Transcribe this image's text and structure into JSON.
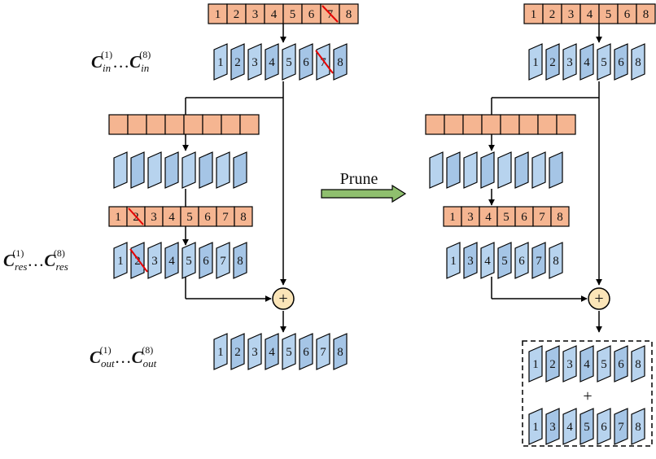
{
  "prune_label": "Prune",
  "plus_sign": "+",
  "labels": {
    "c_in": {
      "base": "C",
      "sub": "in",
      "sup_first": "(1)",
      "sup_last": "(8)",
      "dots": "…"
    },
    "c_res": {
      "base": "C",
      "sub": "res",
      "sup_first": "(1)",
      "sup_last": "(8)",
      "dots": "…"
    },
    "c_out": {
      "base": "C",
      "sub": "out",
      "sup_first": "(1)",
      "sup_last": "(8)",
      "dots": "…"
    }
  },
  "colors": {
    "orange": "#f5b591",
    "blue": "#b7d3ee",
    "blue_dark": "#a5c5e6",
    "prune_arrow": "#8fbf6e",
    "plus_circle": "#fbe5b8",
    "cross": "#e60000"
  },
  "left": {
    "top_channels": [
      "1",
      "2",
      "3",
      "4",
      "5",
      "6",
      "7",
      "8"
    ],
    "top_pruned": "7",
    "in_filters": [
      "1",
      "2",
      "3",
      "4",
      "5",
      "6",
      "7",
      "8"
    ],
    "in_pruned": "7",
    "inner_channels": [
      "",
      "",
      "",
      "",
      "",
      "",
      "",
      ""
    ],
    "inner_filters": [
      "",
      "",
      "",
      "",
      "",
      "",
      "",
      ""
    ],
    "res_channels": [
      "1",
      "2",
      "3",
      "4",
      "5",
      "6",
      "7",
      "8"
    ],
    "res_pruned": "2",
    "res_filters": [
      "1",
      "2",
      "3",
      "4",
      "5",
      "6",
      "7",
      "8"
    ],
    "res_filters_pruned": "2",
    "out_filters": [
      "1",
      "2",
      "3",
      "4",
      "5",
      "6",
      "7",
      "8"
    ]
  },
  "right": {
    "top_channels": [
      "1",
      "2",
      "3",
      "4",
      "5",
      "6",
      "8"
    ],
    "in_filters": [
      "1",
      "2",
      "3",
      "4",
      "5",
      "6",
      "8"
    ],
    "inner_channels": [
      "",
      "",
      "",
      "",
      "",
      "",
      "",
      ""
    ],
    "inner_filters": [
      "",
      "",
      "",
      "",
      "",
      "",
      "",
      ""
    ],
    "res_channels": [
      "1",
      "3",
      "4",
      "5",
      "6",
      "7",
      "8"
    ],
    "res_filters": [
      "1",
      "3",
      "4",
      "5",
      "6",
      "7",
      "8"
    ],
    "out_filters_a": [
      "1",
      "2",
      "3",
      "4",
      "5",
      "6",
      "8"
    ],
    "out_filters_b": [
      "1",
      "3",
      "4",
      "5",
      "6",
      "7",
      "8"
    ]
  }
}
